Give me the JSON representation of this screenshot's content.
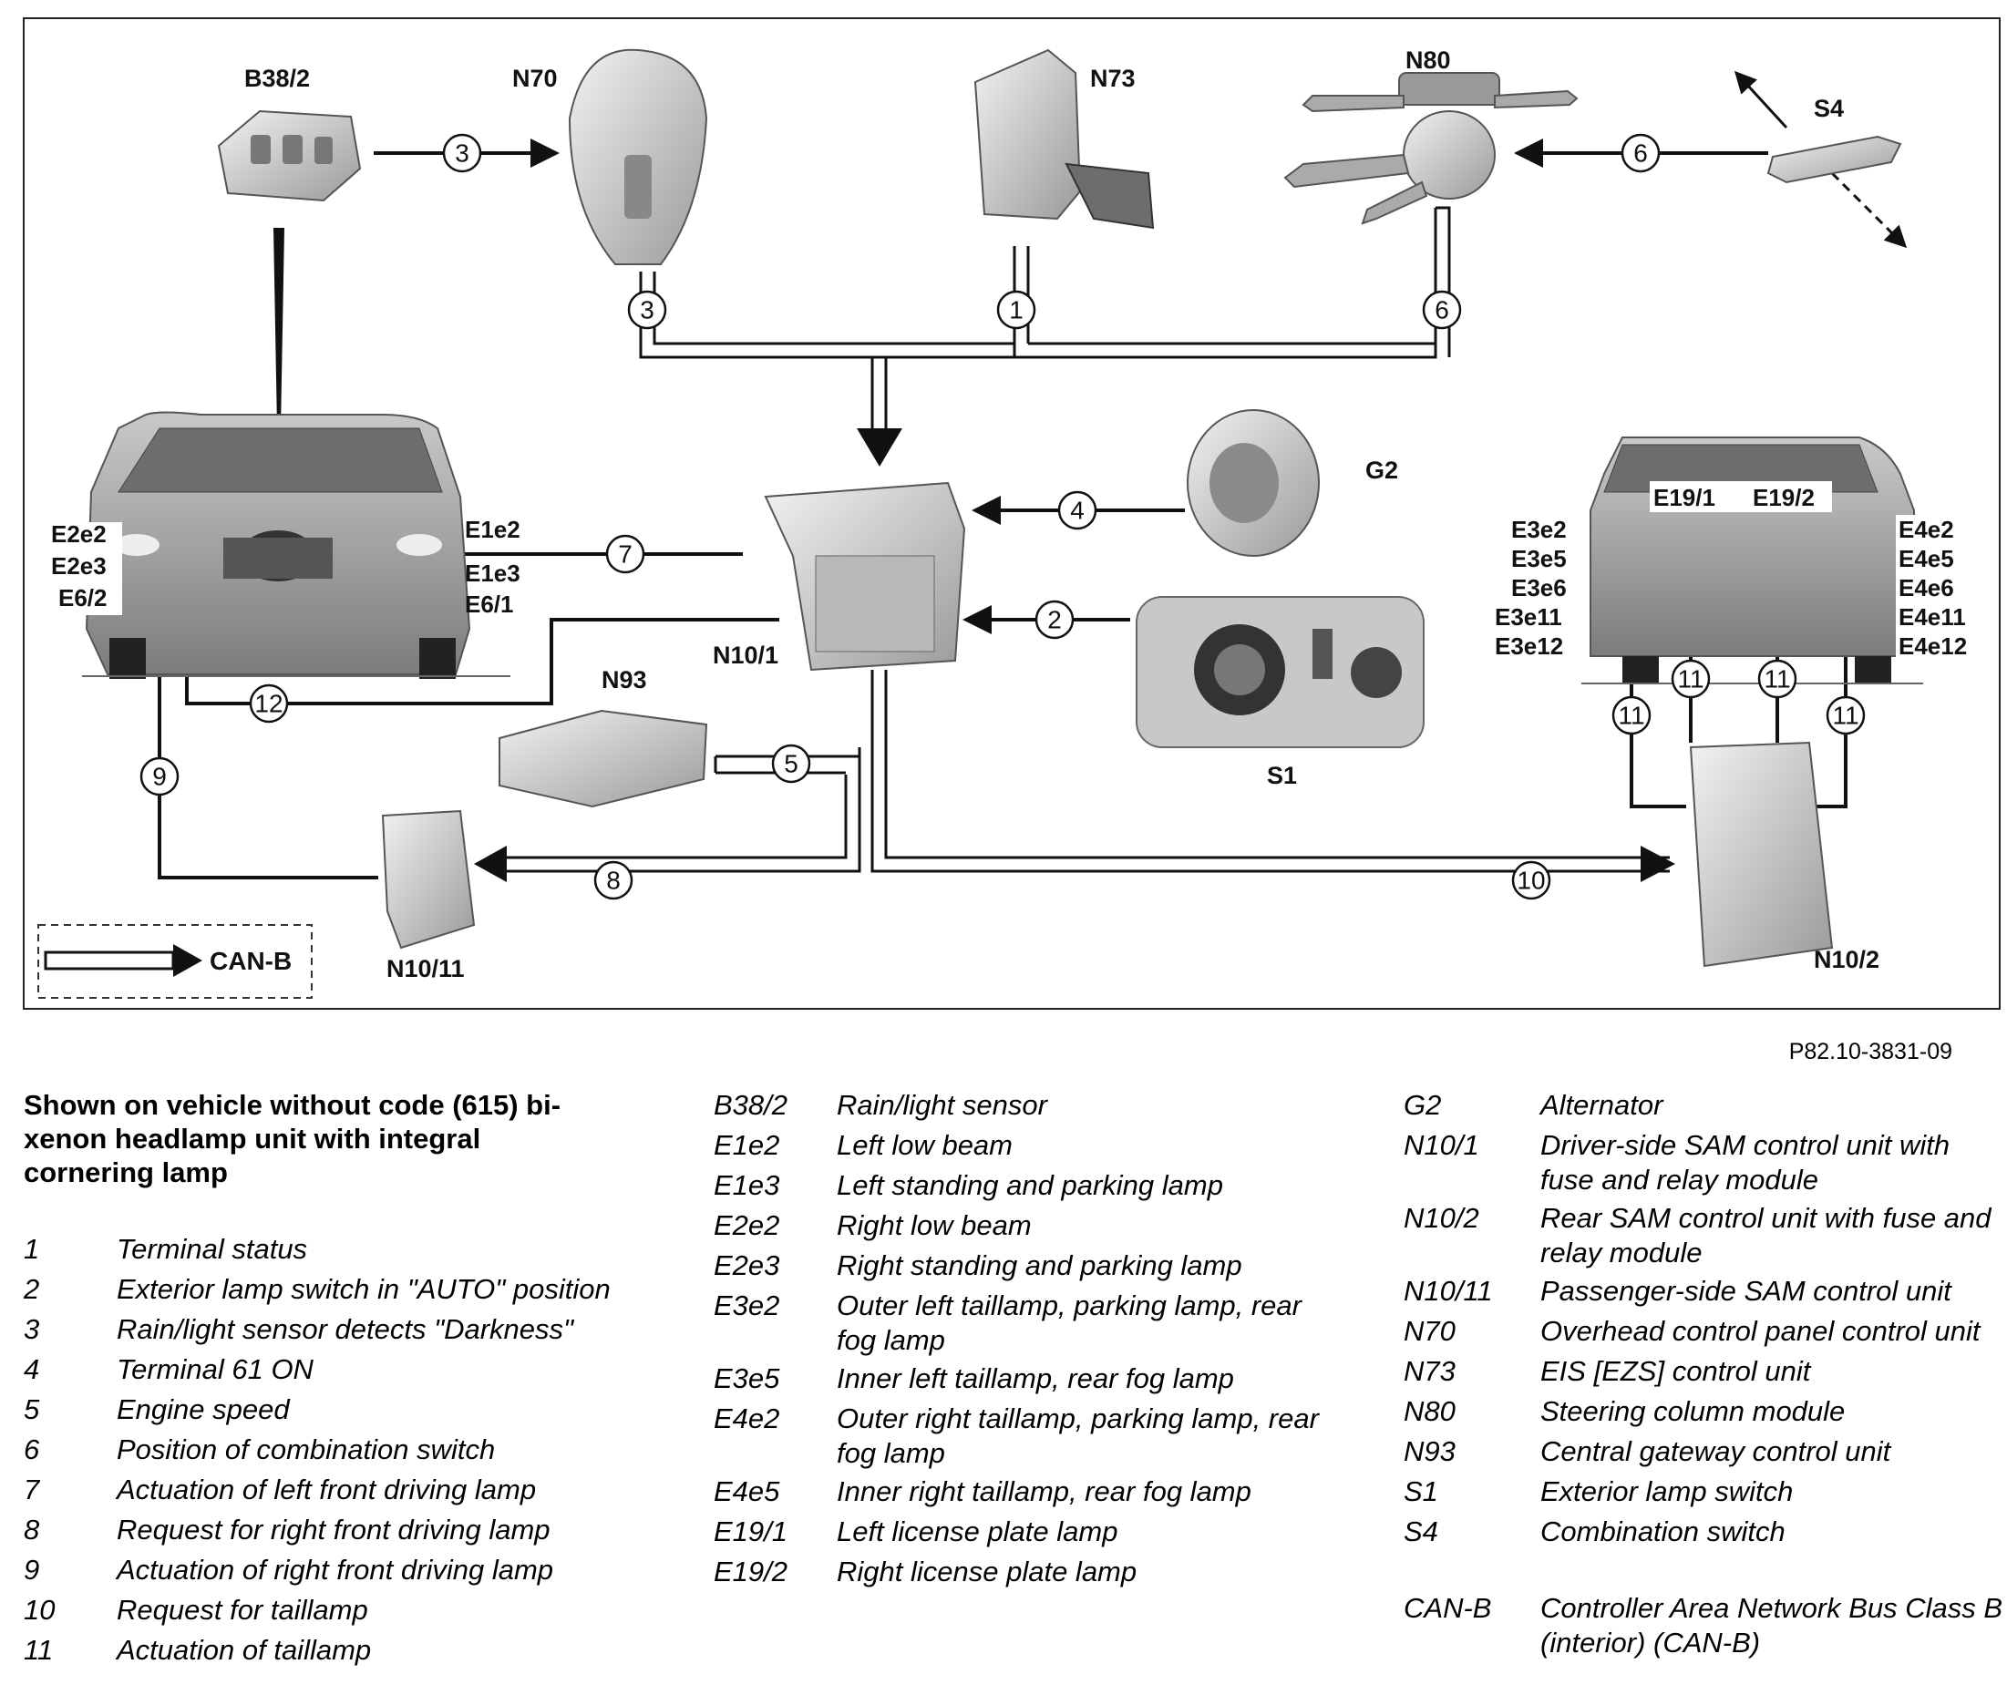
{
  "diagram": {
    "components": {
      "b38_2": "B38/2",
      "n70": "N70",
      "n73": "N73",
      "n80": "N80",
      "s4": "S4",
      "g2": "G2",
      "n10_1": "N10/1",
      "n93": "N93",
      "s1": "S1",
      "n10_11": "N10/11",
      "n10_2": "N10/2"
    },
    "front_car_labels_left": [
      "E2e2",
      "E2e3",
      "E6/2"
    ],
    "front_car_labels_right": [
      "E1e2",
      "E1e3",
      "E6/1"
    ],
    "rear_car_labels_left": [
      "E3e2",
      "E3e5",
      "E3e6",
      "E3e11",
      "E3e12"
    ],
    "rear_car_labels_right": [
      "E4e2",
      "E4e5",
      "E4e6",
      "E4e11",
      "E4e12"
    ],
    "rear_car_labels_top": [
      "E19/1",
      "E19/2"
    ],
    "signal_numbers": [
      "1",
      "2",
      "3",
      "4",
      "5",
      "6",
      "7",
      "8",
      "9",
      "10",
      "11",
      "12"
    ],
    "legend_label": "CAN-B",
    "reference": "P82.10-3831-09"
  },
  "heading": "Shown on vehicle without code (615) bi-xenon headlamp unit with integral cornering lamp",
  "numbered_items": [
    {
      "key": "1",
      "text": "Terminal status"
    },
    {
      "key": "2",
      "text": "Exterior lamp switch in \"AUTO\" position"
    },
    {
      "key": "3",
      "text": "Rain/light sensor detects \"Darkness\""
    },
    {
      "key": "4",
      "text": "Terminal 61 ON"
    },
    {
      "key": "5",
      "text": "Engine speed"
    },
    {
      "key": "6",
      "text": "Position of combination switch"
    },
    {
      "key": "7",
      "text": "Actuation of left front driving lamp"
    },
    {
      "key": "8",
      "text": "Request for right front driving lamp"
    },
    {
      "key": "9",
      "text": "Actuation of right front driving lamp"
    },
    {
      "key": "10",
      "text": "Request for taillamp"
    },
    {
      "key": "11",
      "text": "Actuation of taillamp"
    }
  ],
  "component_list_1": [
    {
      "key": "B38/2",
      "text": "Rain/light sensor"
    },
    {
      "key": "E1e2",
      "text": "Left low beam"
    },
    {
      "key": "E1e3",
      "text": "Left standing and parking lamp"
    },
    {
      "key": "E2e2",
      "text": "Right low beam"
    },
    {
      "key": "E2e3",
      "text": "Right standing and parking lamp"
    },
    {
      "key": "E3e2",
      "text": "Outer left taillamp, parking lamp, rear fog lamp"
    },
    {
      "key": "E3e5",
      "text": "Inner left taillamp, rear fog lamp"
    },
    {
      "key": "E4e2",
      "text": "Outer right taillamp, parking lamp, rear fog lamp"
    },
    {
      "key": "E4e5",
      "text": "Inner right taillamp, rear fog lamp"
    },
    {
      "key": "E19/1",
      "text": "Left license plate lamp"
    },
    {
      "key": "E19/2",
      "text": "Right license plate lamp"
    }
  ],
  "component_list_2": [
    {
      "key": "G2",
      "text": "Alternator"
    },
    {
      "key": "N10/1",
      "text": "Driver-side SAM control unit with fuse and relay module"
    },
    {
      "key": "N10/2",
      "text": "Rear SAM control unit with fuse and relay module"
    },
    {
      "key": "N10/11",
      "text": "Passenger-side SAM control unit"
    },
    {
      "key": "N70",
      "text": "Overhead control panel control unit"
    },
    {
      "key": "N73",
      "text": "EIS [EZS] control unit"
    },
    {
      "key": "N80",
      "text": "Steering column module"
    },
    {
      "key": "N93",
      "text": "Central gateway control unit"
    },
    {
      "key": "S1",
      "text": "Exterior lamp switch"
    },
    {
      "key": "S4",
      "text": "Combination switch"
    },
    {
      "key": "CAN-B",
      "text": "Controller Area Network Bus Class B (interior) (CAN-B)"
    }
  ]
}
